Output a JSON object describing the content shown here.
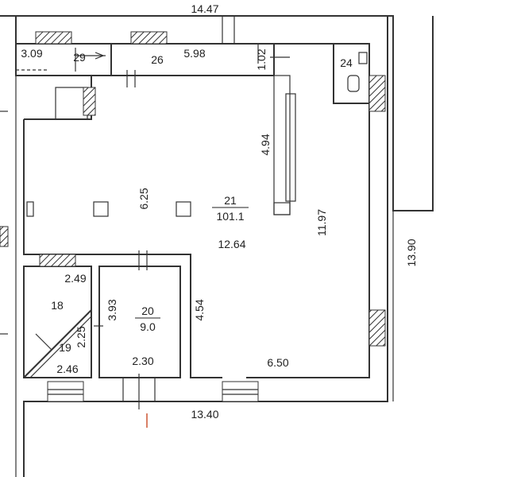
{
  "rooms": {
    "r18": {
      "num": "18"
    },
    "r19": {
      "num": "19"
    },
    "r20": {
      "num": "20",
      "area": "9.0"
    },
    "r21": {
      "num": "21",
      "area": "101.1"
    },
    "r24": {
      "num": "24"
    },
    "r26": {
      "num": "26"
    },
    "r29": {
      "num": "29"
    }
  },
  "dimensions": {
    "top_outer": "14.47",
    "d309": "3.09",
    "d598": "5.98",
    "d102": "1.02",
    "d494": "4.94",
    "d625": "6.25",
    "d1264": "12.64",
    "d1197": "11.97",
    "d1390": "13.90",
    "d249": "2.49",
    "d393": "3.93",
    "d454": "4.54",
    "d225": "2.25",
    "d246": "2.46",
    "d230": "2.30",
    "d650": "6.50",
    "bottom_outer": "13.40"
  },
  "colors": {
    "line": "#333333",
    "accent": "#cc5533"
  }
}
